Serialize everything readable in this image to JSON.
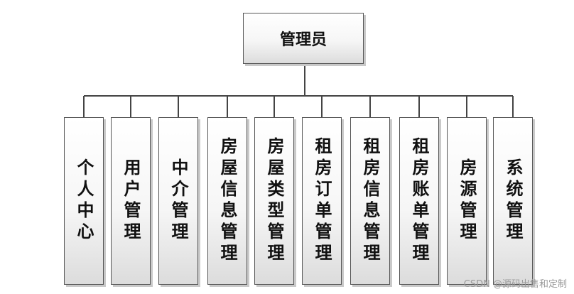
{
  "root": {
    "label": "管理员"
  },
  "children": [
    {
      "label": "个人中心"
    },
    {
      "label": "用户管理"
    },
    {
      "label": "中介管理"
    },
    {
      "label": "房屋信息管理"
    },
    {
      "label": "房屋类型管理"
    },
    {
      "label": "租房订单管理"
    },
    {
      "label": "租房信息管理"
    },
    {
      "label": "租房账单管理"
    },
    {
      "label": "房源管理"
    },
    {
      "label": "系统管理"
    }
  ],
  "watermark": "CSDN @源码出售和定制"
}
